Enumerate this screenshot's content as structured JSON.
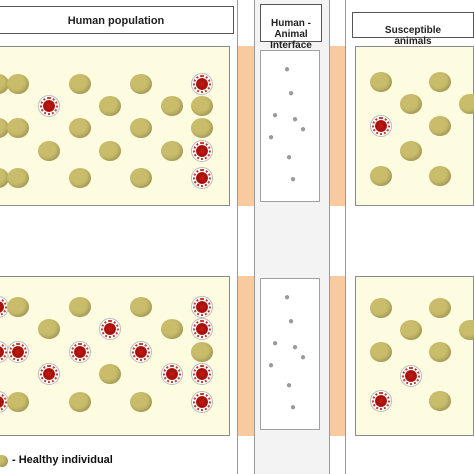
{
  "headers": {
    "human_population": "Human population",
    "interface": "Human -\nAnimal\nInterface",
    "susceptible": "Susceptible\nanimals"
  },
  "legend": {
    "healthy_label": "- Healthy individual"
  },
  "colors": {
    "healthy": "#c9bd6b",
    "infected": "#b3140d",
    "panel_bg": "#fdfbe0",
    "side_strip": "#f9c9a0"
  },
  "icons": {
    "healthy": "healthy-individual-icon",
    "infected": "infected-individual-icon",
    "tracks": "animal-footprint-icon"
  },
  "panels": {
    "human_top_grid": [
      [
        "healthy",
        "healthy",
        "healthy",
        "healthy",
        "infected"
      ],
      [
        "infected",
        "healthy",
        "healthy",
        "healthy"
      ],
      [
        "healthy",
        "healthy",
        "healthy",
        "healthy",
        "healthy"
      ],
      [
        "healthy",
        "healthy",
        "healthy",
        "infected"
      ],
      [
        "healthy",
        "healthy",
        "healthy",
        "healthy",
        "infected"
      ]
    ],
    "human_bottom_grid": [
      [
        "infected",
        "healthy",
        "healthy",
        "healthy",
        "infected"
      ],
      [
        "healthy",
        "infected",
        "healthy",
        "infected"
      ],
      [
        "infected",
        "infected",
        "infected",
        "infected",
        "healthy"
      ],
      [
        "infected",
        "healthy",
        "infected",
        "infected"
      ],
      [
        "infected",
        "healthy",
        "healthy",
        "healthy",
        "infected"
      ]
    ],
    "animal_top_grid": [
      [
        "healthy",
        "healthy"
      ],
      [
        "healthy",
        "healthy"
      ],
      [
        "infected",
        "healthy"
      ],
      [
        "healthy"
      ],
      [
        "healthy",
        "healthy"
      ]
    ],
    "animal_bottom_grid": [
      [
        "healthy",
        "healthy"
      ],
      [
        "healthy",
        "healthy"
      ],
      [
        "healthy",
        "healthy"
      ],
      [
        "infected"
      ],
      [
        "infected",
        "healthy"
      ]
    ]
  }
}
